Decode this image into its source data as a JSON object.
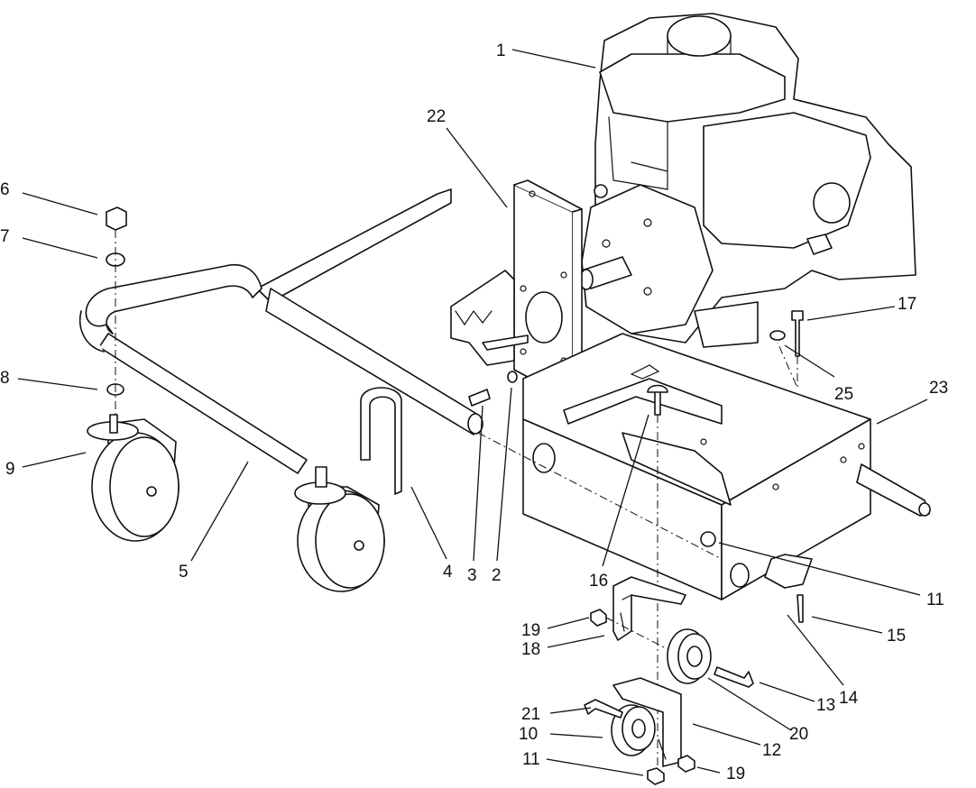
{
  "callouts": [
    {
      "id": "c1",
      "label": "1"
    },
    {
      "id": "c2",
      "label": "2"
    },
    {
      "id": "c3",
      "label": "3"
    },
    {
      "id": "c4",
      "label": "4"
    },
    {
      "id": "c5",
      "label": "5"
    },
    {
      "id": "c6",
      "label": "6"
    },
    {
      "id": "c7",
      "label": "7"
    },
    {
      "id": "c8",
      "label": "8"
    },
    {
      "id": "c9",
      "label": "9"
    },
    {
      "id": "c10",
      "label": "10"
    },
    {
      "id": "c11a",
      "label": "11"
    },
    {
      "id": "c11b",
      "label": "11"
    },
    {
      "id": "c12",
      "label": "12"
    },
    {
      "id": "c13",
      "label": "13"
    },
    {
      "id": "c14",
      "label": "14"
    },
    {
      "id": "c15",
      "label": "15"
    },
    {
      "id": "c16",
      "label": "16"
    },
    {
      "id": "c17",
      "label": "17"
    },
    {
      "id": "c18",
      "label": "18"
    },
    {
      "id": "c19a",
      "label": "19"
    },
    {
      "id": "c19b",
      "label": "19"
    },
    {
      "id": "c20",
      "label": "20"
    },
    {
      "id": "c21",
      "label": "21"
    },
    {
      "id": "c22",
      "label": "22"
    },
    {
      "id": "c23",
      "label": "23"
    },
    {
      "id": "c25",
      "label": "25"
    }
  ]
}
